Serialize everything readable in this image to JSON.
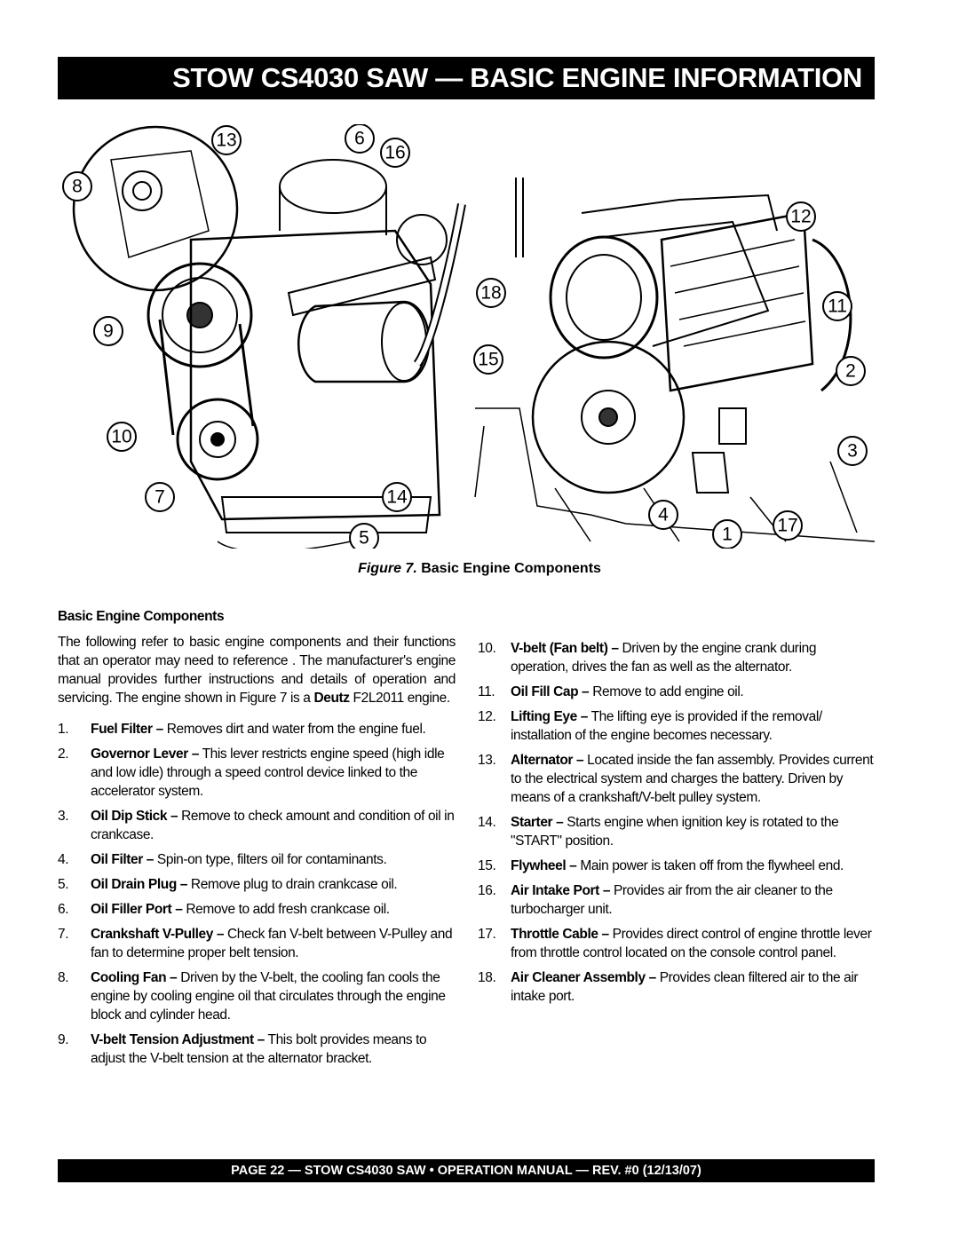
{
  "header": {
    "title": "STOW CS4030 SAW — BASIC ENGINE INFORMATION"
  },
  "figure": {
    "callouts": [
      "13",
      "6",
      "16",
      "8",
      "9",
      "10",
      "7",
      "14",
      "5",
      "12",
      "18",
      "11",
      "15",
      "2",
      "3",
      "4",
      "1",
      "17"
    ],
    "caption_label": "Figure 7.",
    "caption_text": "Basic Engine Components"
  },
  "section": {
    "heading": "Basic Engine Components",
    "intro_text": "The following refer to basic engine components and their functions that an operator may need to reference . The manufacturer's engine manual provides further instructions and details of operation and servicing. The engine shown in Figure 7 is a ",
    "intro_brand": "Deutz",
    "intro_model": " F2L2011 engine."
  },
  "components": [
    {
      "num": "1.",
      "name": "Fuel Filter –",
      "desc": " Removes dirt and water from the engine fuel."
    },
    {
      "num": "2.",
      "name": "Governor Lever –",
      "desc": " This lever restricts engine speed (high idle and low idle) through a speed control device linked to the accelerator system."
    },
    {
      "num": "3.",
      "name": "Oil Dip Stick –",
      "desc": " Remove to check amount and condition of oil in crankcase."
    },
    {
      "num": "4.",
      "name": "Oil Filter –",
      "desc": " Spin-on type, filters oil for contaminants."
    },
    {
      "num": "5.",
      "name": "Oil Drain Plug –",
      "desc": " Remove plug to drain crankcase oil."
    },
    {
      "num": "6.",
      "name": "Oil Filler Port –",
      "desc": " Remove to add fresh crankcase oil."
    },
    {
      "num": "7.",
      "name": "Crankshaft V-Pulley –",
      "desc": " Check fan V-belt between V-Pulley and fan to determine proper belt tension."
    },
    {
      "num": "8.",
      "name": "Cooling Fan –",
      "desc": " Driven by the V-belt, the cooling fan cools the engine by cooling engine oil that circulates through the engine block and cylinder head."
    },
    {
      "num": "9.",
      "name": "V-belt Tension Adjustment –",
      "desc": " This bolt provides means to adjust the V-belt tension at the alternator bracket."
    },
    {
      "num": "10.",
      "name": "V-belt (Fan belt) –",
      "desc": " Driven by the engine crank during operation, drives the fan as well as the alternator."
    },
    {
      "num": "11.",
      "name": "Oil Fill Cap –",
      "desc": " Remove to add engine oil."
    },
    {
      "num": "12.",
      "name": "Lifting Eye –",
      "desc": " The lifting eye is provided if the removal/ installation of the engine becomes necessary."
    },
    {
      "num": "13.",
      "name": "Alternator –",
      "desc": " Located inside the fan assembly. Provides current to the electrical system and charges the battery. Driven by means of a crankshaft/V-belt pulley system."
    },
    {
      "num": "14.",
      "name": "Starter –",
      "desc": " Starts engine when ignition key is rotated to the \"START\" position."
    },
    {
      "num": "15.",
      "name": "Flywheel –",
      "desc": " Main power is taken off from the flywheel end."
    },
    {
      "num": "16.",
      "name": "Air Intake Port –",
      "desc": " Provides air from the air cleaner to the turbocharger unit."
    },
    {
      "num": "17.",
      "name": "Throttle Cable –",
      "desc": " Provides direct control of engine throttle lever from throttle control located on the console control panel."
    },
    {
      "num": "18.",
      "name": "Air Cleaner Assembly –",
      "desc": " Provides clean filtered air to the air intake port."
    }
  ],
  "footer": {
    "text": "PAGE 22 — STOW CS4030 SAW • OPERATION MANUAL — REV. #0 (12/13/07)"
  }
}
